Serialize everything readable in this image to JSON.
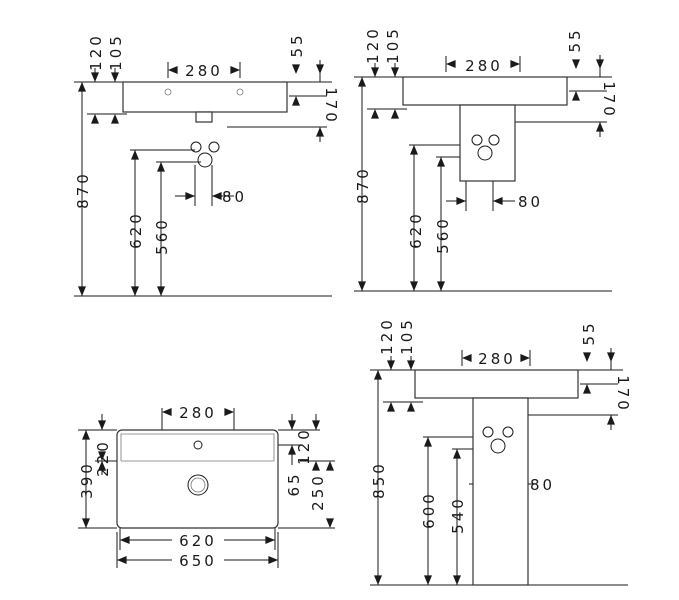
{
  "views": {
    "side_wall": {
      "h_total": "870",
      "h_outlet1": "620",
      "h_outlet2": "560",
      "spacing": "80",
      "tap_spacing": "280",
      "d1": "120",
      "d2": "105",
      "d3": "55",
      "depth": "170"
    },
    "side_pedestal": {
      "h_total": "870",
      "h_outlet1": "620",
      "h_outlet2": "560",
      "spacing": "80",
      "tap_spacing": "280",
      "d1": "120",
      "d2": "105",
      "d3": "55",
      "depth": "170"
    },
    "top": {
      "tap_spacing": "280",
      "depth_total": "390",
      "depth_shelf": "220",
      "d_tap": "120",
      "d_drain": "65",
      "d_bowl": "250",
      "inner_width": "620",
      "outer_width": "650"
    },
    "side_column": {
      "h_total": "850",
      "h_outlet1": "600",
      "h_outlet2": "540",
      "spacing": "80",
      "tap_spacing": "280",
      "d1": "120",
      "d2": "105",
      "d3": "55",
      "depth": "170"
    }
  }
}
